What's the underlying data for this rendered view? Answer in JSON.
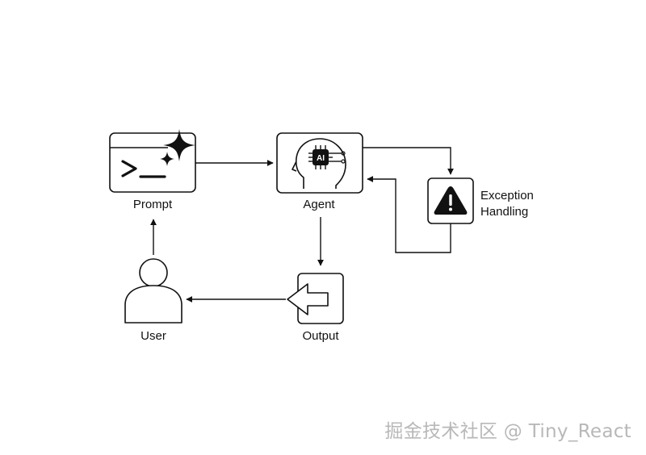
{
  "nodes": {
    "prompt": {
      "label": "Prompt"
    },
    "agent": {
      "label": "Agent",
      "chip_text": "AI"
    },
    "exception": {
      "label_line1": "Exception",
      "label_line2": "Handling"
    },
    "output": {
      "label": "Output"
    },
    "user": {
      "label": "User"
    }
  },
  "watermark": "掘金技术社区 @ Tiny_React",
  "colors": {
    "stroke": "#111111",
    "watermark": "#b8b8b8"
  }
}
